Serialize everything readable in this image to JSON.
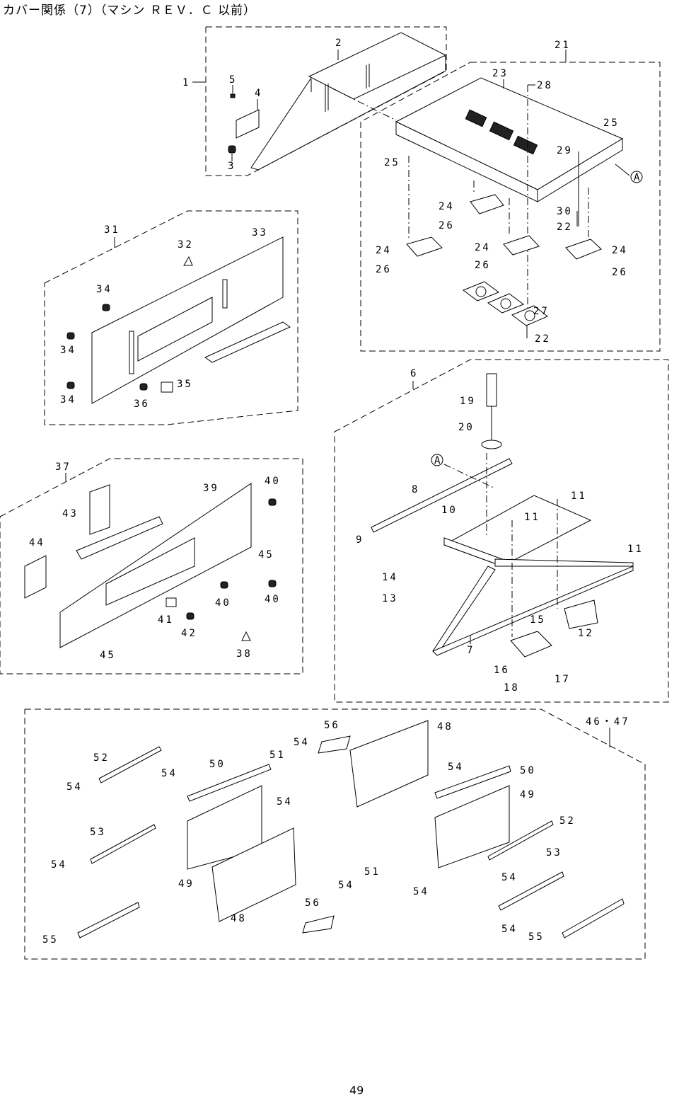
{
  "title": "カバー関係（7）（マシン ＲＥＶ．Ｃ 以前）",
  "page_number": "49",
  "ref_marker": "A",
  "labels": [
    {
      "id": "l1",
      "text": "1"
    },
    {
      "id": "l2",
      "text": "2"
    },
    {
      "id": "l3",
      "text": "3"
    },
    {
      "id": "l4",
      "text": "4"
    },
    {
      "id": "l5",
      "text": "5"
    },
    {
      "id": "l21",
      "text": "21"
    },
    {
      "id": "l23",
      "text": "23"
    },
    {
      "id": "l28",
      "text": "28"
    },
    {
      "id": "l25a",
      "text": "25"
    },
    {
      "id": "l25b",
      "text": "25"
    },
    {
      "id": "l29",
      "text": "29"
    },
    {
      "id": "l24a",
      "text": "24"
    },
    {
      "id": "l26a",
      "text": "26"
    },
    {
      "id": "l30",
      "text": "30"
    },
    {
      "id": "l22a",
      "text": "22"
    },
    {
      "id": "l24b",
      "text": "24"
    },
    {
      "id": "l26b",
      "text": "26"
    },
    {
      "id": "l24c",
      "text": "24"
    },
    {
      "id": "l26c",
      "text": "26"
    },
    {
      "id": "l24d",
      "text": "24"
    },
    {
      "id": "l26d",
      "text": "26"
    },
    {
      "id": "l27",
      "text": "27"
    },
    {
      "id": "l22b",
      "text": "22"
    },
    {
      "id": "l31",
      "text": "31"
    },
    {
      "id": "l32",
      "text": "32"
    },
    {
      "id": "l33",
      "text": "33"
    },
    {
      "id": "l34a",
      "text": "34"
    },
    {
      "id": "l34b",
      "text": "34"
    },
    {
      "id": "l34c",
      "text": "34"
    },
    {
      "id": "l35",
      "text": "35"
    },
    {
      "id": "l36",
      "text": "36"
    },
    {
      "id": "l6",
      "text": "6"
    },
    {
      "id": "l19",
      "text": "19"
    },
    {
      "id": "l20",
      "text": "20"
    },
    {
      "id": "l8",
      "text": "8"
    },
    {
      "id": "l11a",
      "text": "11"
    },
    {
      "id": "l11b",
      "text": "11"
    },
    {
      "id": "l10",
      "text": "10"
    },
    {
      "id": "l9",
      "text": "9"
    },
    {
      "id": "l11c",
      "text": "11"
    },
    {
      "id": "l14",
      "text": "14"
    },
    {
      "id": "l13",
      "text": "13"
    },
    {
      "id": "l15",
      "text": "15"
    },
    {
      "id": "l12",
      "text": "12"
    },
    {
      "id": "l7",
      "text": "7"
    },
    {
      "id": "l16",
      "text": "16"
    },
    {
      "id": "l17",
      "text": "17"
    },
    {
      "id": "l18",
      "text": "18"
    },
    {
      "id": "l37",
      "text": "37"
    },
    {
      "id": "l39",
      "text": "39"
    },
    {
      "id": "l40a",
      "text": "40"
    },
    {
      "id": "l43",
      "text": "43"
    },
    {
      "id": "l44",
      "text": "44"
    },
    {
      "id": "l45a",
      "text": "45"
    },
    {
      "id": "l40b",
      "text": "40"
    },
    {
      "id": "l40c",
      "text": "40"
    },
    {
      "id": "l41",
      "text": "41"
    },
    {
      "id": "l42",
      "text": "42"
    },
    {
      "id": "l45b",
      "text": "45"
    },
    {
      "id": "l38",
      "text": "38"
    },
    {
      "id": "l56a",
      "text": "56"
    },
    {
      "id": "l48a",
      "text": "48"
    },
    {
      "id": "l4647",
      "text": "46・47"
    },
    {
      "id": "l54a",
      "text": "54"
    },
    {
      "id": "l52a",
      "text": "52"
    },
    {
      "id": "l54b",
      "text": "54"
    },
    {
      "id": "l54c",
      "text": "54"
    },
    {
      "id": "l50a",
      "text": "50"
    },
    {
      "id": "l51a",
      "text": "51"
    },
    {
      "id": "l54d",
      "text": "54"
    },
    {
      "id": "l50b",
      "text": "50"
    },
    {
      "id": "l49a",
      "text": "49"
    },
    {
      "id": "l54e",
      "text": "54"
    },
    {
      "id": "l53a",
      "text": "53"
    },
    {
      "id": "l54f",
      "text": "54"
    },
    {
      "id": "l49b",
      "text": "49"
    },
    {
      "id": "l52b",
      "text": "52"
    },
    {
      "id": "l48b",
      "text": "48"
    },
    {
      "id": "l56b",
      "text": "56"
    },
    {
      "id": "l51b",
      "text": "51"
    },
    {
      "id": "l54g",
      "text": "54"
    },
    {
      "id": "l54h",
      "text": "54"
    },
    {
      "id": "l53b",
      "text": "53"
    },
    {
      "id": "l54i",
      "text": "54"
    },
    {
      "id": "l54j",
      "text": "54"
    },
    {
      "id": "l55a",
      "text": "55"
    },
    {
      "id": "l55b",
      "text": "55"
    }
  ]
}
